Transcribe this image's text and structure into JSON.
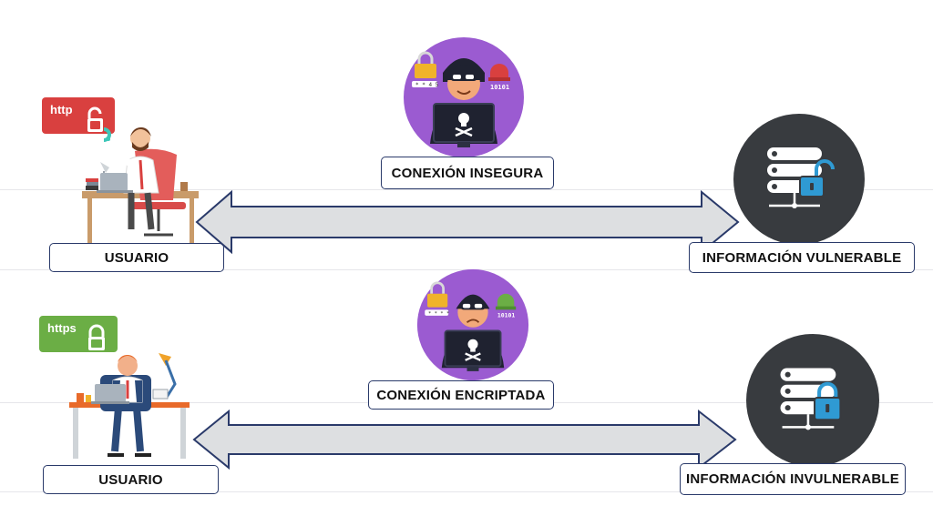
{
  "top": {
    "badge": "http",
    "user_label": "USUARIO",
    "connection_label": "CONEXIÓN INSEGURA",
    "server_label": "INFORMACIÓN VULNERABLE",
    "hacker_text": {
      "pin": "* * 4 5",
      "binary": "10101"
    }
  },
  "bottom": {
    "badge": "https",
    "user_label": "USUARIO",
    "connection_label": "CONEXIÓN ENCRIPTADA",
    "server_label": "INFORMACIÓN INVULNERABLE",
    "hacker_text": {
      "pin": "* * * *",
      "binary": "10101"
    }
  },
  "colors": {
    "label_border": "#2a3a6a",
    "http_red": "#d9403f",
    "https_green": "#6bae45",
    "hacker_purple": "#9b5bd1",
    "server_bg": "#383b3f",
    "lock_blue": "#2f9ad3"
  },
  "icons": [
    "http-lock-icon",
    "https-lock-icon",
    "hacker-icon",
    "server-unlocked-icon",
    "server-locked-icon",
    "double-arrow-icon"
  ]
}
